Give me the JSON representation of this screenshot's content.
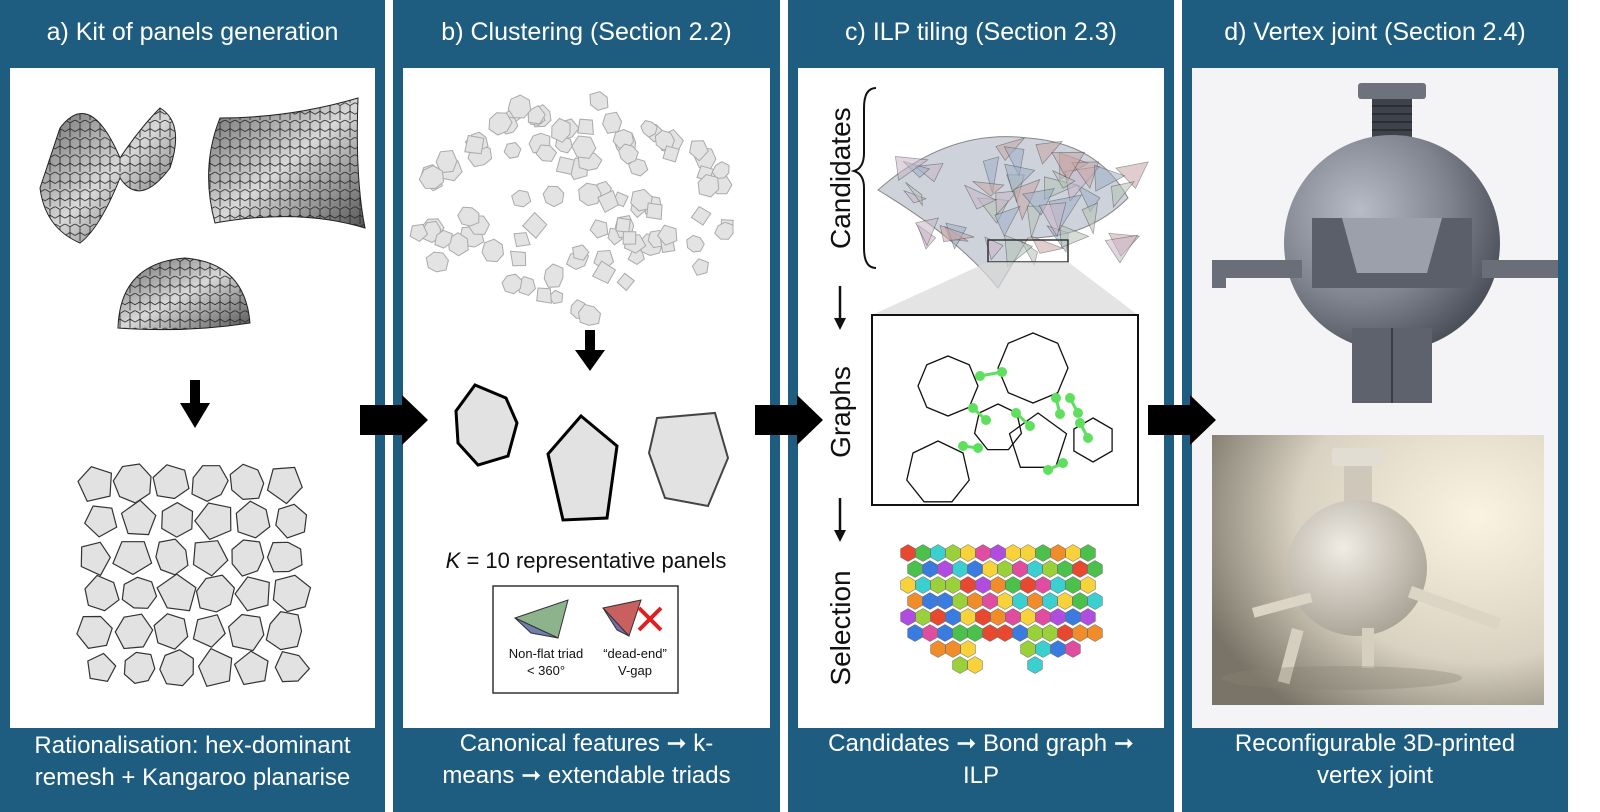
{
  "panels": [
    {
      "title": "a) Kit of panels generation",
      "caption": [
        "Rationalisation: hex-dominant",
        "remesh + Kangaroo planarise"
      ]
    },
    {
      "title": "b) Clustering (Section 2.2)",
      "caption": [
        "Canonical features ➞ k-",
        "means ➞ extendable triads"
      ],
      "k_label_italic": "K",
      "k_label_rest": " = 10 representative panels",
      "legend": {
        "left_line1": "Non-flat triad",
        "left_line2": "< 360°",
        "right_line1": "“dead-end”",
        "right_line2": "V-gap"
      }
    },
    {
      "title": "c) ILP tiling (Section 2.3)",
      "caption": [
        "Candidates ➞ Bond graph ➞",
        "ILP"
      ],
      "labels": {
        "candidates": "Candidates",
        "graphs": "Graphs",
        "selection": "Selection"
      }
    },
    {
      "title": "d) Vertex joint (Section 2.4)",
      "caption": [
        "Reconfigurable 3D-printed",
        "vertex joint"
      ]
    }
  ],
  "colors": {
    "frame": "#1f5d80",
    "panel_fill": "#e2e2e2",
    "bond_green": "#5ee05e",
    "joint_grey": "#8a8f9a"
  },
  "icons": [
    "down-arrow-icon",
    "right-arrow-icon",
    "cross-icon"
  ]
}
